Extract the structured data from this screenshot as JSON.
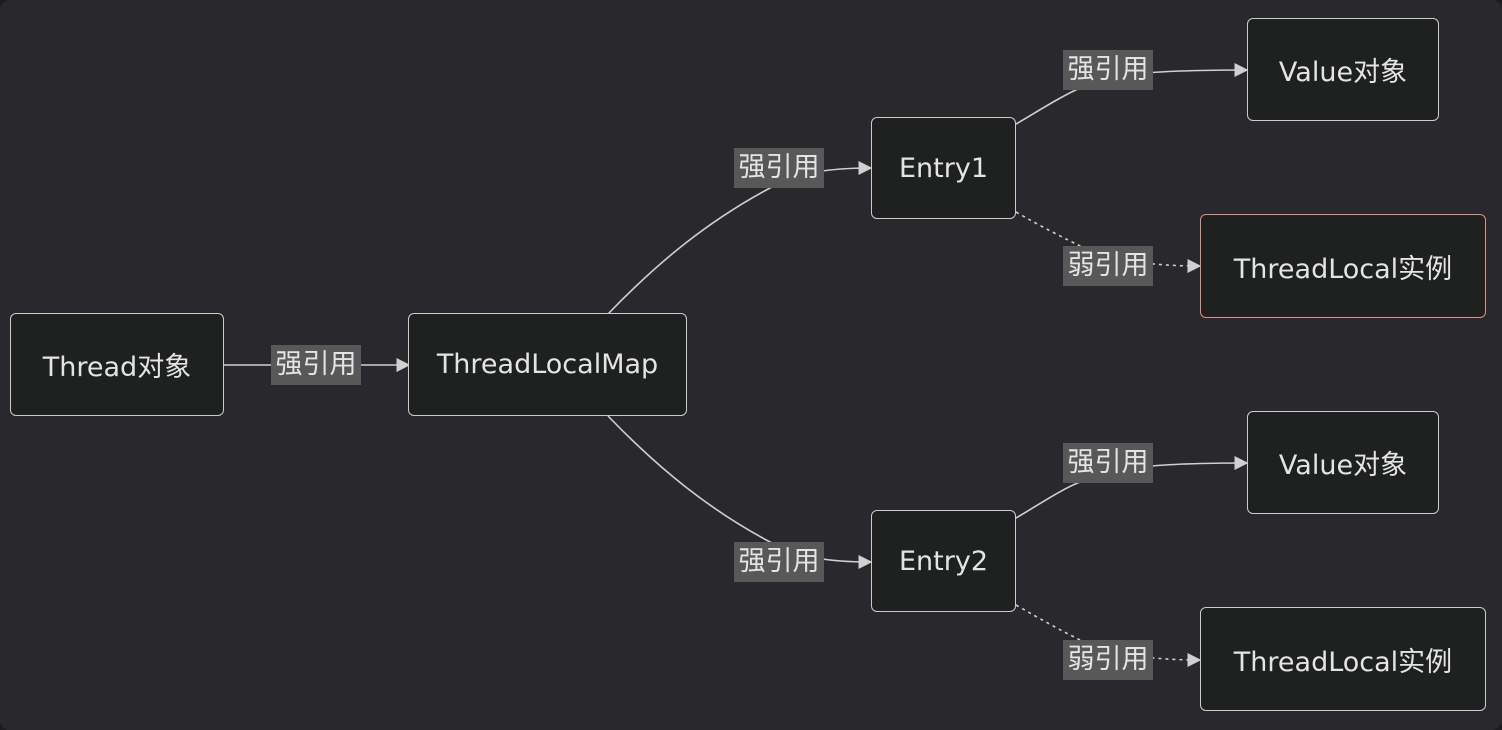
{
  "nodes": {
    "thread": {
      "label": "Thread对象"
    },
    "map": {
      "label": "ThreadLocalMap"
    },
    "entry1": {
      "label": "Entry1"
    },
    "entry2": {
      "label": "Entry2"
    },
    "value1": {
      "label": "Value对象"
    },
    "value2": {
      "label": "Value对象"
    },
    "tl1": {
      "label": "ThreadLocal实例"
    },
    "tl2": {
      "label": "ThreadLocal实例"
    }
  },
  "edges": [
    {
      "from": "thread",
      "to": "map",
      "label": "强引用",
      "style": "solid"
    },
    {
      "from": "map",
      "to": "entry1",
      "label": "强引用",
      "style": "solid"
    },
    {
      "from": "map",
      "to": "entry2",
      "label": "强引用",
      "style": "solid"
    },
    {
      "from": "entry1",
      "to": "value1",
      "label": "强引用",
      "style": "solid"
    },
    {
      "from": "entry1",
      "to": "tl1",
      "label": "弱引用",
      "style": "dotted"
    },
    {
      "from": "entry2",
      "to": "value2",
      "label": "强引用",
      "style": "solid"
    },
    {
      "from": "entry2",
      "to": "tl2",
      "label": "弱引用",
      "style": "dotted"
    }
  ],
  "colors": {
    "background": "#29292d",
    "node_fill": "#1f2020",
    "node_border": "#cccccc",
    "highlight_border": "#e38a8a",
    "edge": "#d0d0d0",
    "edge_label_bg": "#585858",
    "text": "#e4e4e4"
  }
}
